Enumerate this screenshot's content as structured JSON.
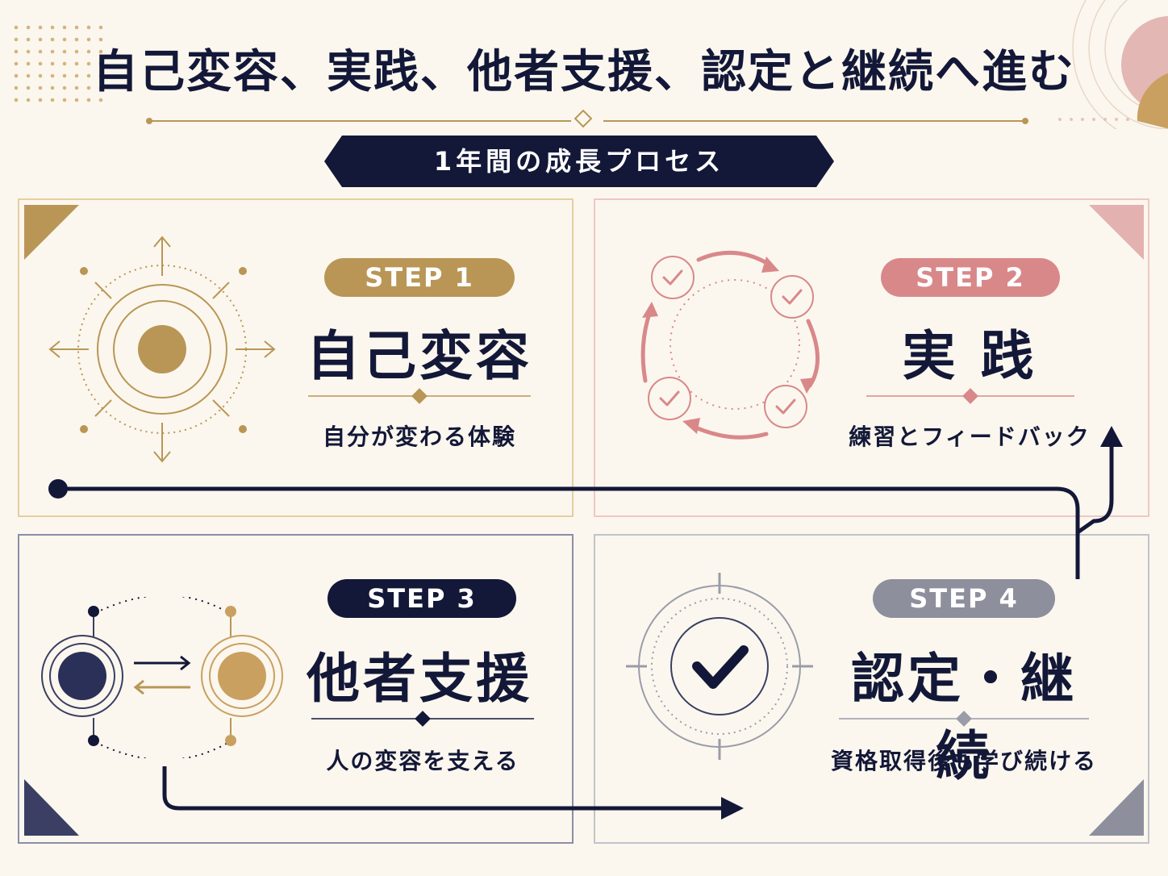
{
  "title": "自己変容、実践、他者支援、認定と継続へ進む",
  "subtitle": "1年間の成長プロセス",
  "colors": {
    "navy": "#131838",
    "gold": "#b99656",
    "pink": "#d9888a",
    "gray": "#8d8f9c",
    "background": "#fbf7ee"
  },
  "steps": [
    {
      "badge": "STEP 1",
      "heading": "自己変容",
      "description": "自分が変わる体験",
      "icon": "compass-target-icon"
    },
    {
      "badge": "STEP 2",
      "heading": "実 践",
      "description": "練習とフィードバック",
      "icon": "practice-cycle-icon"
    },
    {
      "badge": "STEP 3",
      "heading": "他者支援",
      "description": "人の変容を支える",
      "icon": "exchange-support-icon"
    },
    {
      "badge": "STEP 4",
      "heading": "認定・継続",
      "description": "資格取得後も学び続ける",
      "icon": "certified-check-icon"
    }
  ]
}
